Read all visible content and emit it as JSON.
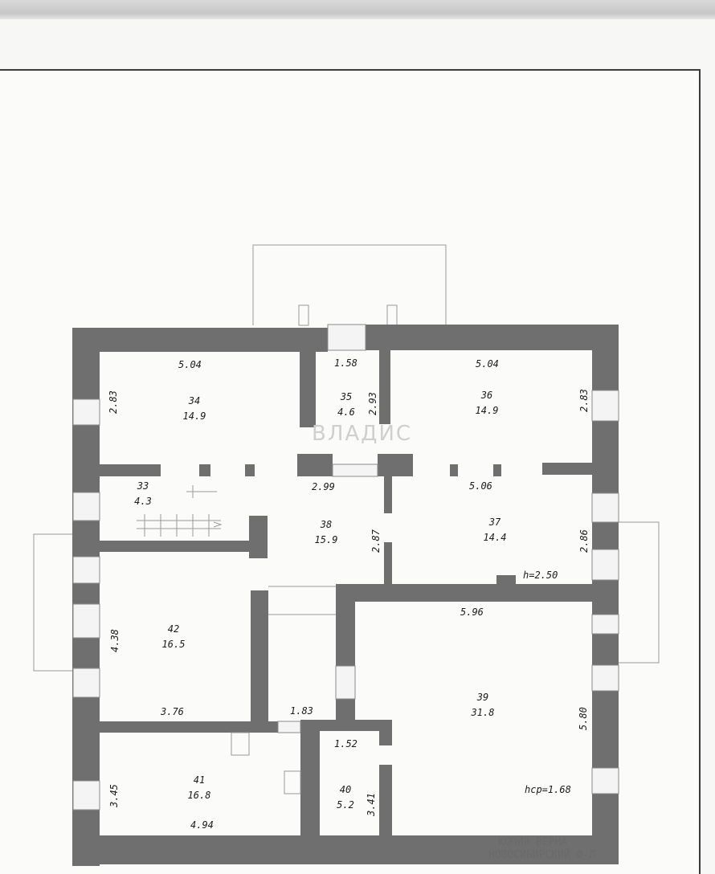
{
  "rooms": [
    {
      "id": "34",
      "area": "14.9"
    },
    {
      "id": "35",
      "area": "4.6"
    },
    {
      "id": "36",
      "area": "14.9"
    },
    {
      "id": "33",
      "area": "4.3"
    },
    {
      "id": "38",
      "area": "15.9"
    },
    {
      "id": "37",
      "area": "14.4"
    },
    {
      "id": "42",
      "area": "16.5"
    },
    {
      "id": "39",
      "area": "31.8"
    },
    {
      "id": "41",
      "area": "16.8"
    },
    {
      "id": "40",
      "area": "5.2"
    }
  ],
  "dimensions": {
    "r34_width": "5.04",
    "r34_height": "2.83",
    "r35_width": "1.58",
    "r35_height": "2.93",
    "r36_width": "5.04",
    "r36_height": "2.83",
    "r38_width": "2.99",
    "r38_height": "2.87",
    "r37_width": "5.06",
    "r37_height": "2.86",
    "r42_height": "4.38",
    "r42_width": "3.76",
    "r39_width": "5.96",
    "r39_height": "5.80",
    "hall_width": "1.83",
    "r40_width": "1.52",
    "r40_height": "3.41",
    "r41_height": "3.45",
    "r41_width": "4.94"
  },
  "notes": {
    "ceiling_height": "h=2.50",
    "avg_height": "hcp=1.68"
  },
  "watermark": "ВЛАДИС",
  "stamp": {
    "line1": "КОПИЯ  ВЕРНА",
    "line2": "НОВОСИБИРСКИЙ Ф-Л"
  }
}
